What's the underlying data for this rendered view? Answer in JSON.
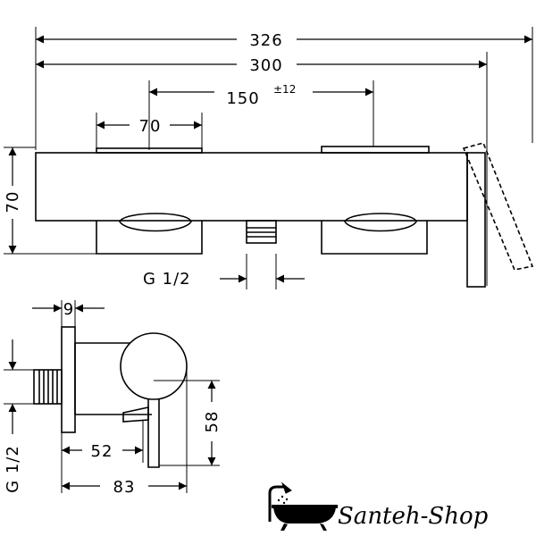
{
  "front_view": {
    "overall_width": "326",
    "body_width": "300",
    "handle_spacing": "150",
    "handle_spacing_tolerance": "±12",
    "handle_width": "70",
    "body_height": "70",
    "outlet_thread": "G 1/2"
  },
  "side_view": {
    "wall_plate_thickness": "9",
    "inlet_thread": "G 1/2",
    "spout_depth": "52",
    "total_depth": "83",
    "handle_height": "58"
  },
  "brand": {
    "name": "Santeh-Shop",
    "logo_icon": "bathtub-shower-icon"
  }
}
